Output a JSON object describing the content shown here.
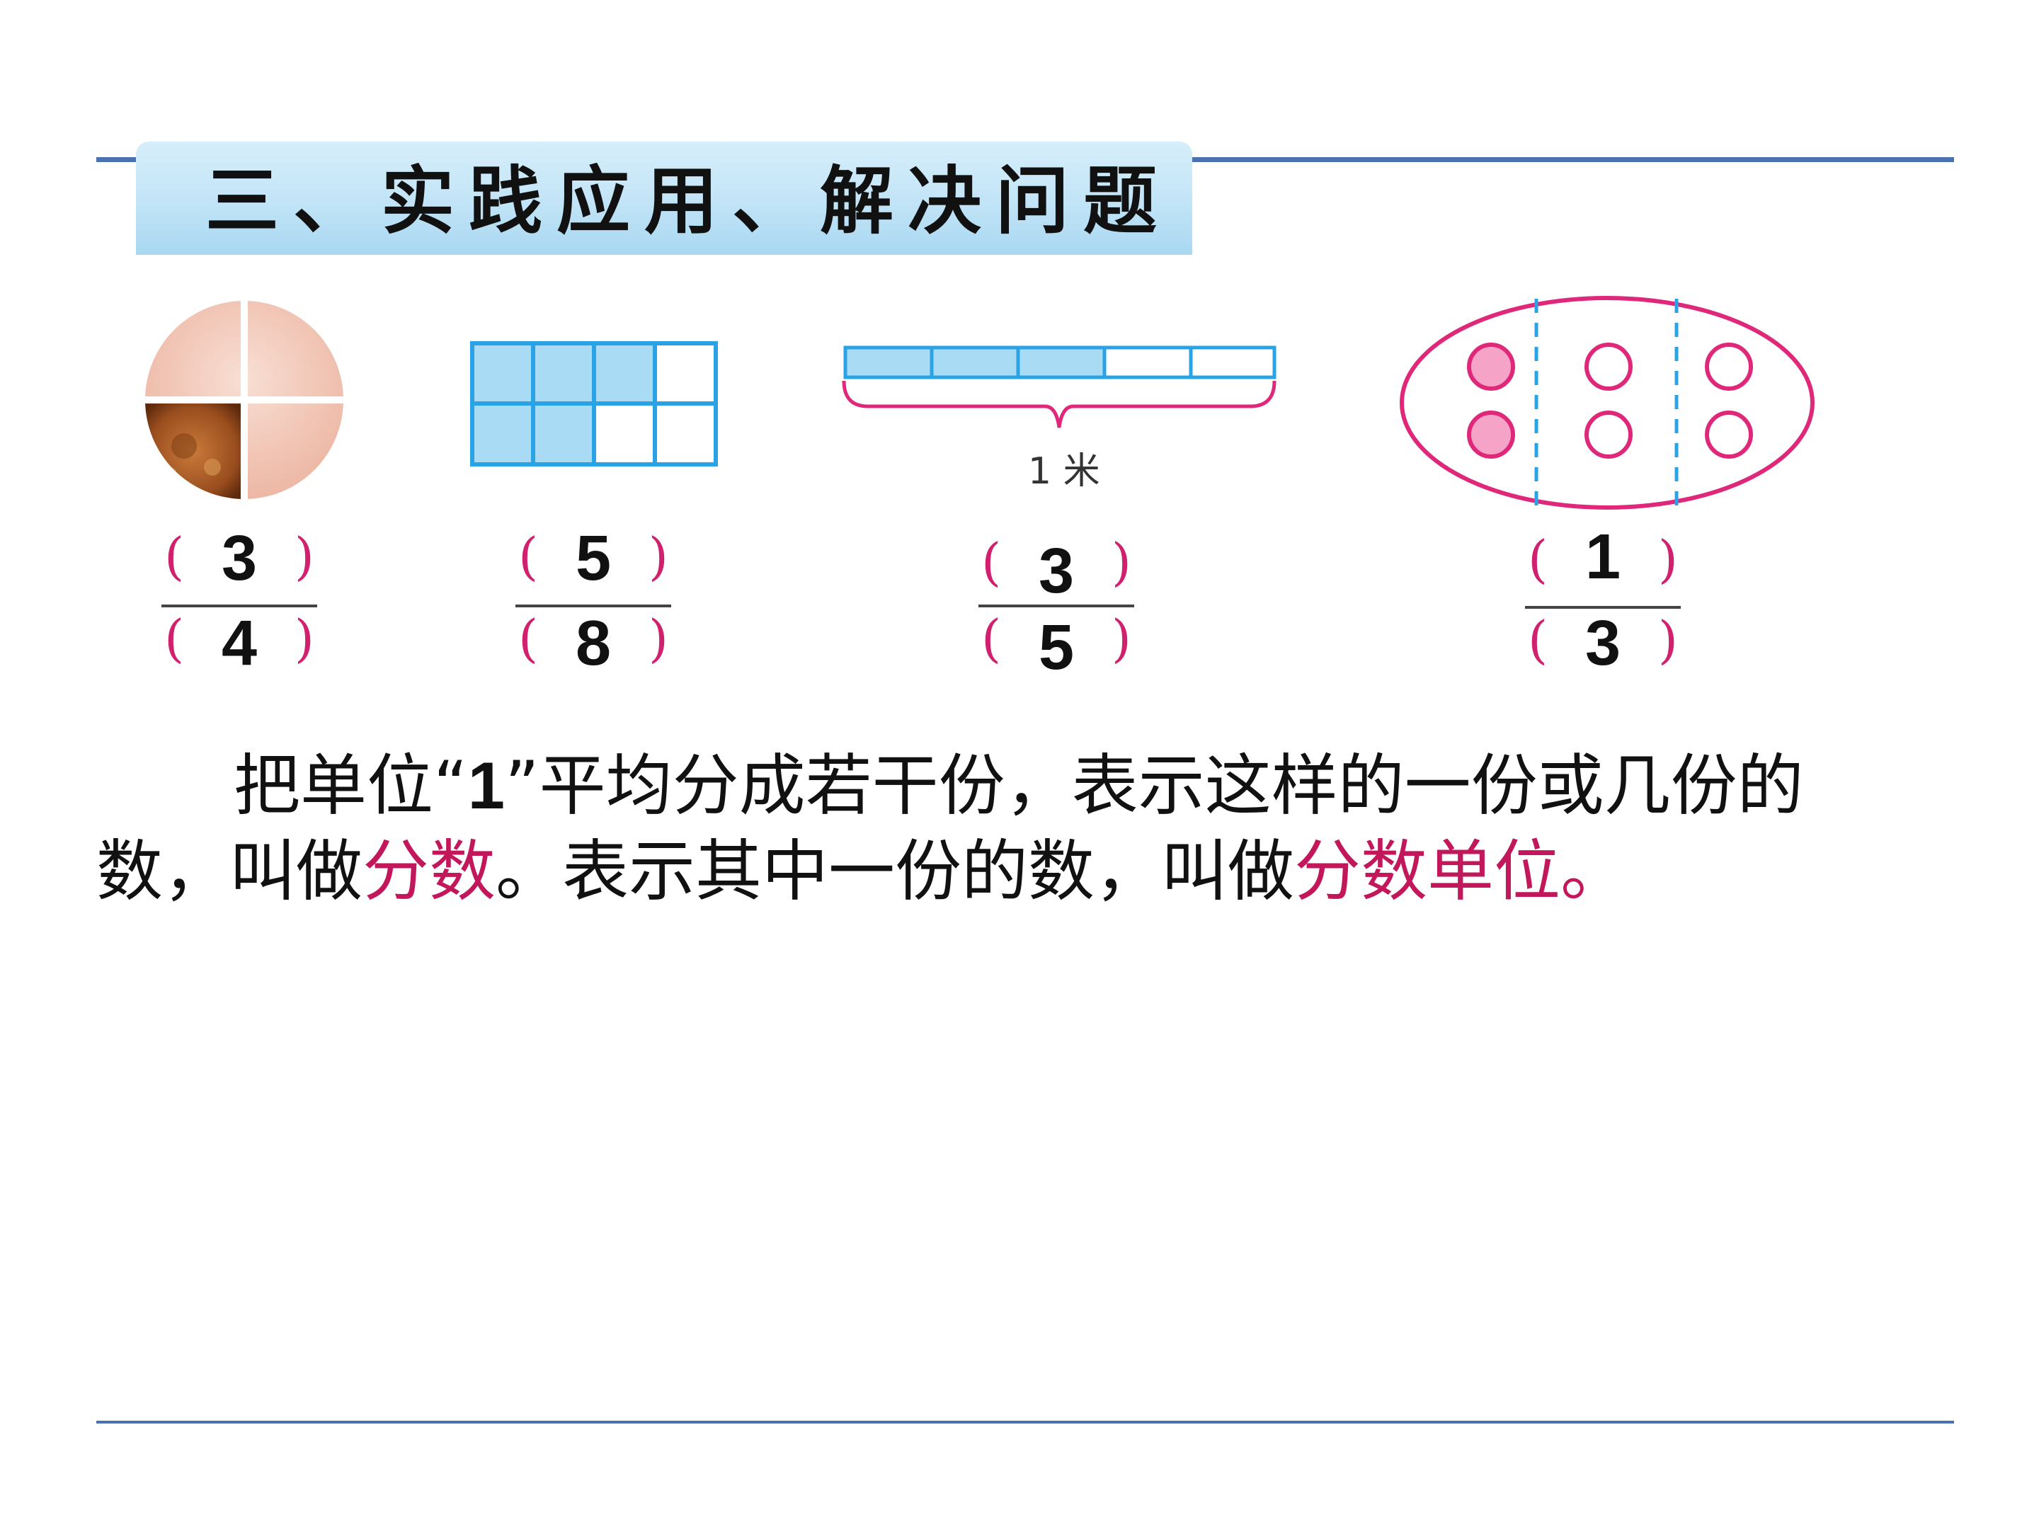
{
  "header": {
    "title": "三、实践应用、解决问题"
  },
  "figures": {
    "mooncake": {
      "name": "mooncake-quarters",
      "parts_total": 4,
      "parts_shaded": 3
    },
    "grid": {
      "name": "rectangle-grid",
      "parts_total": 8,
      "parts_shaded": 5
    },
    "meter_bar": {
      "name": "meter-strip",
      "parts_total": 5,
      "parts_shaded": 3,
      "label": "1 米"
    },
    "dots": {
      "name": "circles-in-oval",
      "groups_total": 3,
      "groups_shaded": 1
    }
  },
  "fractions": [
    {
      "numerator": "3",
      "denominator": "4",
      "open": "(",
      "close": ")"
    },
    {
      "numerator": "5",
      "denominator": "8",
      "open": "(",
      "close": ")"
    },
    {
      "numerator": "3",
      "denominator": "5",
      "open": "(",
      "close": ")"
    },
    {
      "numerator": "1",
      "denominator": "3",
      "open": "(",
      "close": ")"
    }
  ],
  "definition": {
    "line1_a": "把单位“",
    "line1_b": "1",
    "line1_c": "”平均分成若干份，表示这样的一份或几份的",
    "line2_a": "数，叫做",
    "term1": "分数",
    "line2_b": "。表示其中一份的数，叫做",
    "term2": "分数单位",
    "line2_end": "。"
  },
  "colors": {
    "accent_blue": "#4a72b0",
    "highlight_pink": "#c2185b",
    "shape_blue": "#29a3e6",
    "fill_light_blue": "#a9dbf5",
    "shape_pink": "#e0287a",
    "fill_pink": "#f5a3c7"
  }
}
